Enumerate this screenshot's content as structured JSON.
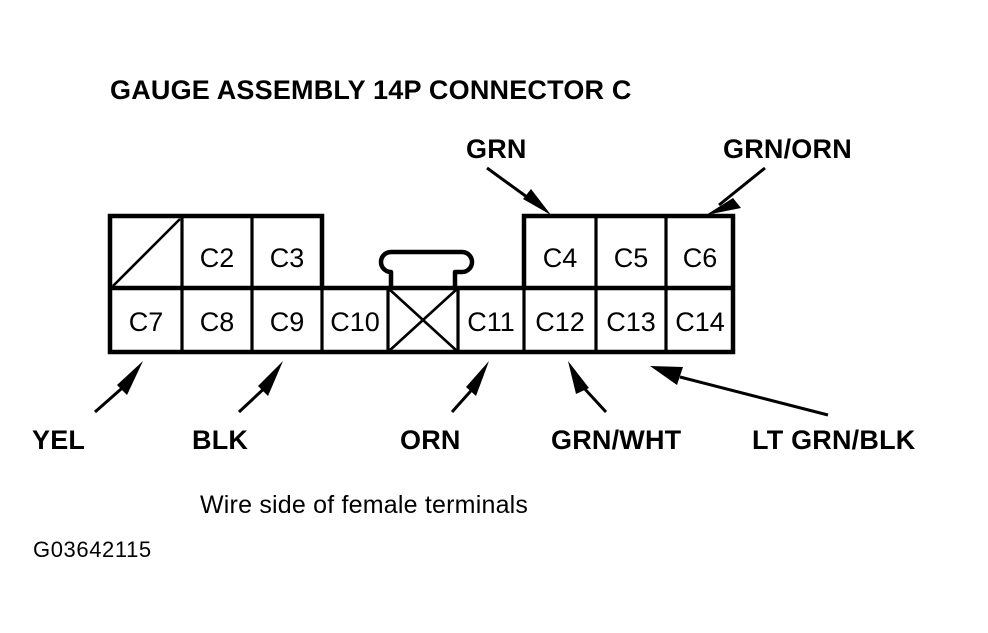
{
  "figure": {
    "title": "GAUGE ASSEMBLY 14P CONNECTOR C",
    "caption": "Wire side of female terminals",
    "code": "G03642115",
    "ink_color": "#000000",
    "background_color": "#ffffff"
  },
  "connector": {
    "pin_count": 14,
    "top_row": [
      {
        "id": "blank",
        "label": "",
        "marking": "diagonal"
      },
      {
        "id": "C2",
        "label": "C2",
        "marking": ""
      },
      {
        "id": "C3",
        "label": "C3",
        "marking": ""
      },
      {
        "id": "C4",
        "label": "C4",
        "marking": ""
      },
      {
        "id": "C5",
        "label": "C5",
        "marking": ""
      },
      {
        "id": "C6",
        "label": "C6",
        "marking": ""
      }
    ],
    "bottom_row": [
      {
        "id": "C7",
        "label": "C7",
        "marking": ""
      },
      {
        "id": "C8",
        "label": "C8",
        "marking": ""
      },
      {
        "id": "C9",
        "label": "C9",
        "marking": ""
      },
      {
        "id": "C10",
        "label": "C10",
        "marking": ""
      },
      {
        "id": "keyway",
        "label": "",
        "marking": "cross"
      },
      {
        "id": "C11",
        "label": "C11",
        "marking": ""
      },
      {
        "id": "C12",
        "label": "C12",
        "marking": ""
      },
      {
        "id": "C13",
        "label": "C13",
        "marking": ""
      },
      {
        "id": "C14",
        "label": "C14",
        "marking": ""
      }
    ]
  },
  "wire_labels": {
    "top": [
      {
        "name": "grn",
        "text": "GRN",
        "points_to": "C4"
      },
      {
        "name": "grn-orn",
        "text": "GRN/ORN",
        "points_to": "C6"
      }
    ],
    "bottom": [
      {
        "name": "yel",
        "text": "YEL",
        "points_to": "C7"
      },
      {
        "name": "blk",
        "text": "BLK",
        "points_to": "C9"
      },
      {
        "name": "orn",
        "text": "ORN",
        "points_to": "C11"
      },
      {
        "name": "grn-wht",
        "text": "GRN/WHT",
        "points_to": "C12"
      },
      {
        "name": "lt-grn-blk",
        "text": "LT GRN/BLK",
        "points_to": "C13"
      }
    ]
  }
}
